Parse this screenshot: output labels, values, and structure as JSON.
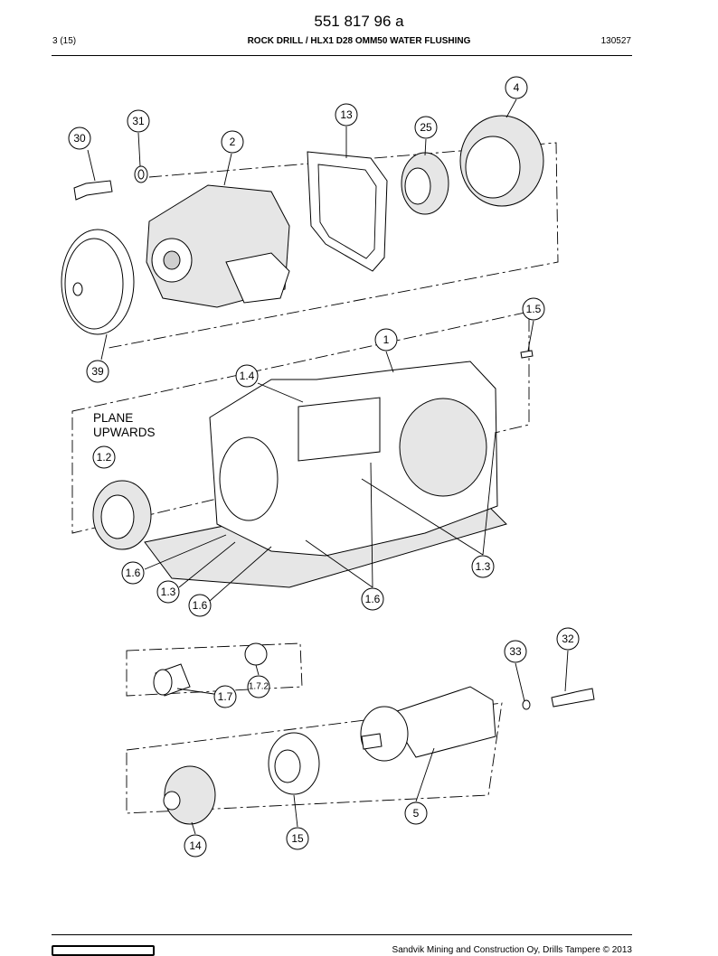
{
  "header": {
    "doc_number": "551 817 96 a",
    "page": "3 (15)",
    "title": "ROCK DRILL / HLX1 D28 OMM50 WATER FLUSHING",
    "code": "130527"
  },
  "drawing": {
    "plane_line1": "PLANE",
    "plane_line2": "UPWARDS",
    "callouts": [
      "4",
      "13",
      "25",
      "31",
      "30",
      "2",
      "1.5",
      "1",
      "39",
      "1.4",
      "1.2",
      "1.3",
      "1.6",
      "1.3",
      "1.6",
      "1.6",
      "32",
      "33",
      "1.7.2",
      "1.7",
      "5",
      "14",
      "15"
    ]
  },
  "footer": {
    "text": "Sandvik Mining and Construction Oy, Drills Tampere © 2013"
  }
}
